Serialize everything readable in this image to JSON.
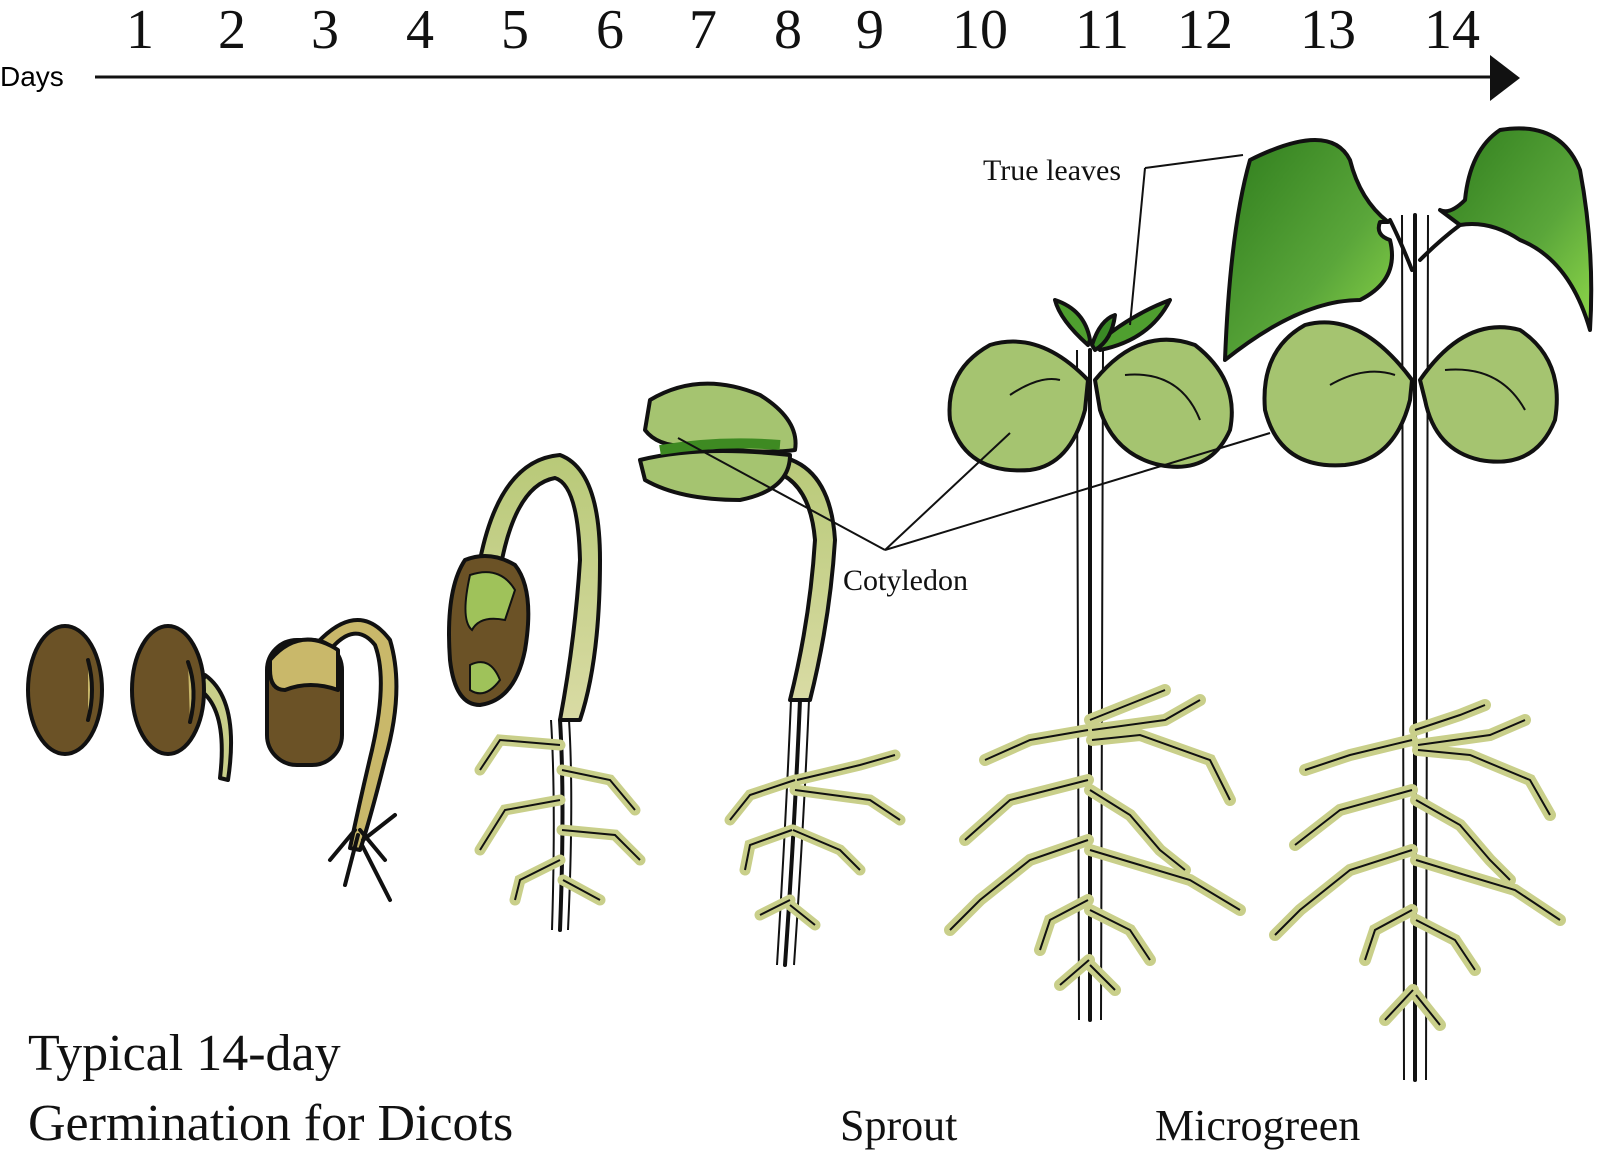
{
  "timeline": {
    "axis_label": "Days",
    "days": [
      "1",
      "2",
      "3",
      "4",
      "5",
      "6",
      "7",
      "8",
      "9",
      "10",
      "11",
      "12",
      "13",
      "14"
    ]
  },
  "callouts": {
    "true_leaves": "True leaves",
    "cotyledon": "Cotyledon"
  },
  "stage_labels": {
    "sprout": "Sprout",
    "microgreen": "Microgreen"
  },
  "title": {
    "line1": "Typical 14-day",
    "line2": "Germination for Dicots"
  },
  "colors": {
    "seed_coat": "#6b5226",
    "stem": "#c9cf8a",
    "cotyledon": "#9fc25a",
    "true_leaf": "#4f9f2f",
    "outline": "#111111"
  }
}
